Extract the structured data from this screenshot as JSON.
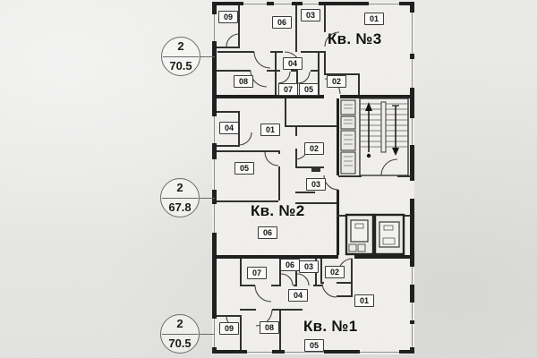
{
  "drawing": {
    "type": "residential-floor-plan",
    "colors": {
      "background": "#e8e7e5",
      "floor": "#f1f0ed",
      "outer_wall": "#1c1c1c",
      "inner_wall": "#2e2e2e",
      "label_background": "#fbfaf8",
      "line": "#6a6a6a"
    },
    "apartments": [
      {
        "id": "apt-3",
        "title": "Кв. №3",
        "callout": {
          "rooms_count": "2",
          "area": "70.5"
        },
        "rooms": [
          {
            "number": "09"
          },
          {
            "number": "06"
          },
          {
            "number": "03"
          },
          {
            "number": "01"
          },
          {
            "number": "04"
          },
          {
            "number": "08"
          },
          {
            "number": "07"
          },
          {
            "number": "05"
          },
          {
            "number": "02"
          }
        ]
      },
      {
        "id": "apt-2",
        "title": "Кв. №2",
        "callout": {
          "rooms_count": "2",
          "area": "67.8"
        },
        "rooms": [
          {
            "number": "04"
          },
          {
            "number": "01"
          },
          {
            "number": "02"
          },
          {
            "number": "05"
          },
          {
            "number": "03"
          },
          {
            "number": "06"
          }
        ]
      },
      {
        "id": "apt-1",
        "title": "Кв. №1",
        "callout": {
          "rooms_count": "2",
          "area": "70.5"
        },
        "rooms": [
          {
            "number": "07"
          },
          {
            "number": "06"
          },
          {
            "number": "03"
          },
          {
            "number": "02"
          },
          {
            "number": "04"
          },
          {
            "number": "01"
          },
          {
            "number": "09"
          },
          {
            "number": "08"
          },
          {
            "number": "05"
          }
        ]
      }
    ]
  }
}
